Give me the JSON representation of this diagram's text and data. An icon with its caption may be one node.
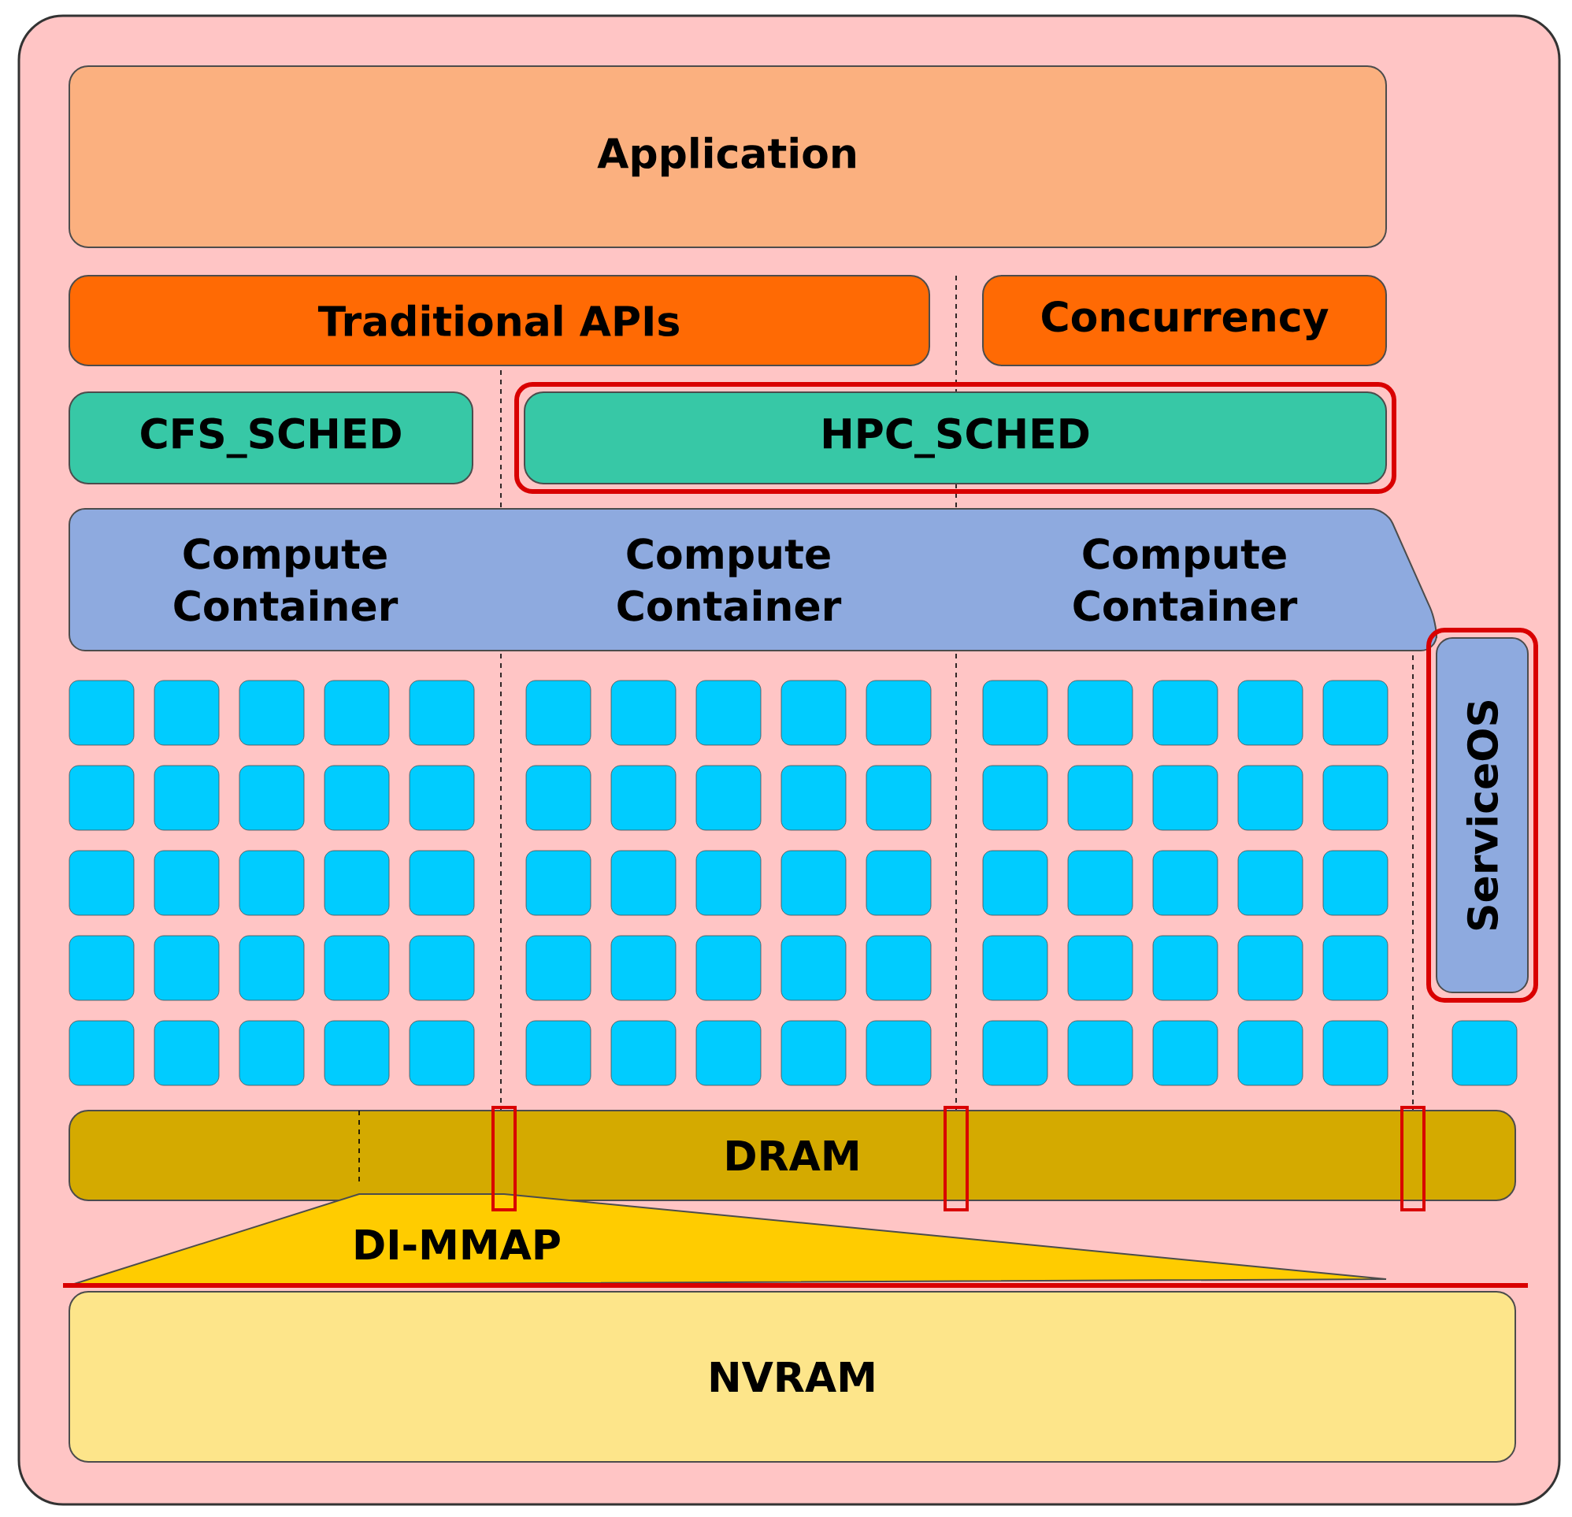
{
  "diagram": {
    "nodes": [
      {
        "text": [
          "Application"
        ]
      },
      {
        "text": [
          "Traditional APIs"
        ]
      },
      {
        "text": [
          "Concurrency"
        ]
      },
      {
        "text": [
          "CFS_SCHED"
        ]
      },
      {
        "text": [
          "HPC_SCHED"
        ]
      },
      {
        "text": [
          "Compute Container"
        ]
      },
      {
        "text": [
          "Compute Container"
        ]
      },
      {
        "text": [
          "Compute Container"
        ]
      },
      {
        "text": [
          "ServiceOS"
        ]
      },
      {
        "text": [
          "DRAM"
        ]
      },
      {
        "text": [
          "DI-MMAP"
        ]
      },
      {
        "text": [
          "NVRAM"
        ]
      }
    ]
  }
}
